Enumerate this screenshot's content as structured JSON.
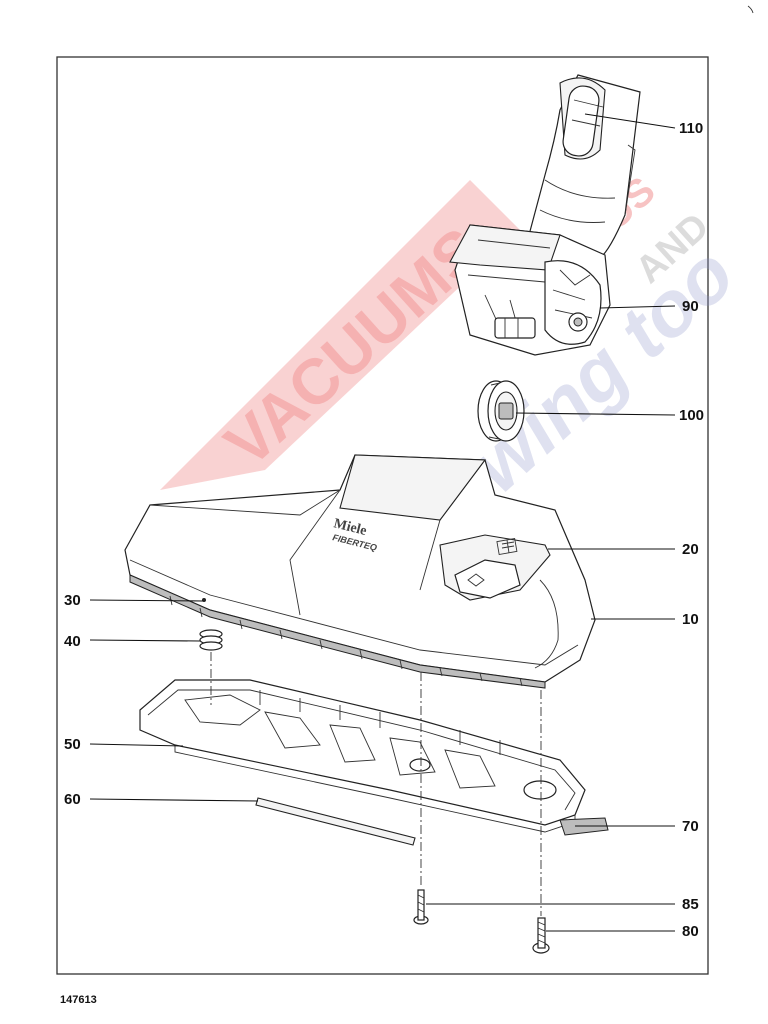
{
  "drawing_number": "147613",
  "callouts": [
    {
      "id": "110",
      "label": "110"
    },
    {
      "id": "90",
      "label": "90"
    },
    {
      "id": "100",
      "label": "100"
    },
    {
      "id": "20",
      "label": "20"
    },
    {
      "id": "10",
      "label": "10"
    },
    {
      "id": "30",
      "label": "30"
    },
    {
      "id": "40",
      "label": "40"
    },
    {
      "id": "50",
      "label": "50"
    },
    {
      "id": "60",
      "label": "60"
    },
    {
      "id": "70",
      "label": "70"
    },
    {
      "id": "85",
      "label": "85"
    },
    {
      "id": "80",
      "label": "80"
    }
  ],
  "brand_marking": {
    "line1": "Miele",
    "line2": "FIBERTEQ"
  },
  "watermark": {
    "word1": "VACUUMS",
    "word2": "R-US",
    "word3": "AND",
    "word4": "Sewing too",
    "colors": {
      "red": "#e84a4a",
      "blue": "#8a93c7",
      "grey": "#b0b0b0"
    }
  },
  "colors": {
    "line": "#222222",
    "frame": "#333333",
    "background": "#ffffff"
  }
}
